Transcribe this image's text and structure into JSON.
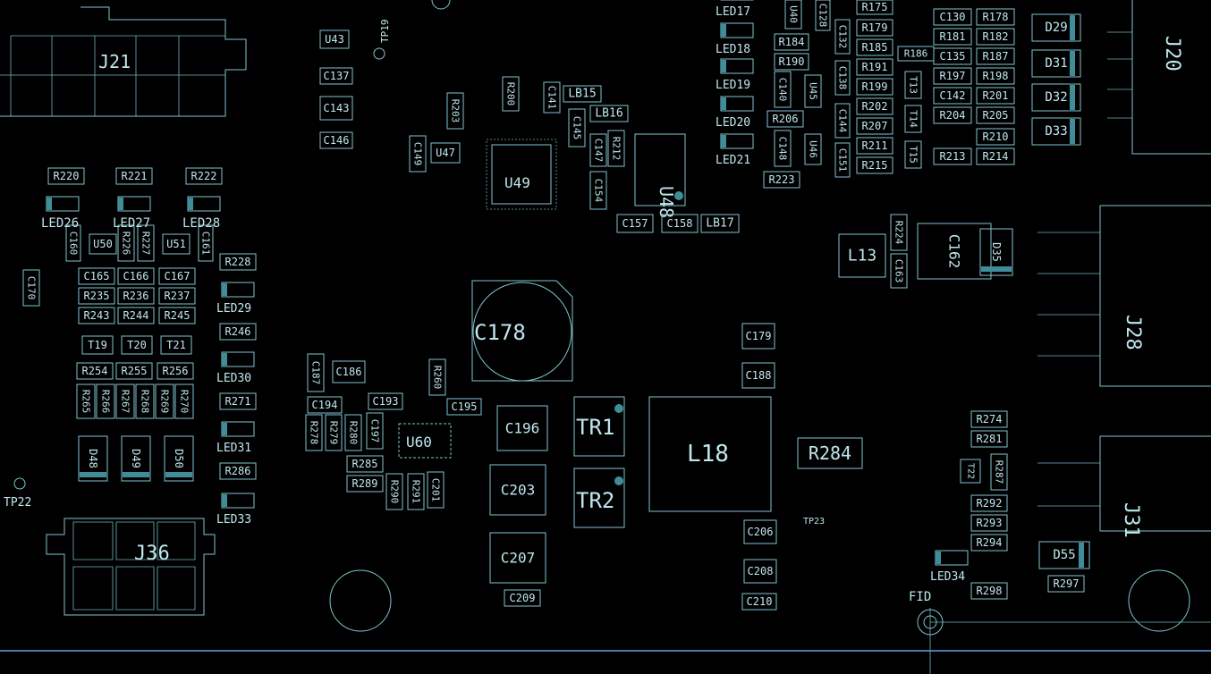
{
  "colors": {
    "background": "#000000",
    "outline": "#7fc4cf",
    "text": "#bfe7ee",
    "pad": "#3f8d99",
    "edge": "#4f77a8"
  },
  "board_labels": {
    "fid": "FID",
    "tp19": "TP19",
    "tp22": "TP22",
    "tp23": "TP23"
  },
  "components": [
    {
      "ref": "J21"
    },
    {
      "ref": "J36"
    },
    {
      "ref": "J20"
    },
    {
      "ref": "J28"
    },
    {
      "ref": "J31"
    },
    {
      "ref": "U43"
    },
    {
      "ref": "U47"
    },
    {
      "ref": "U49"
    },
    {
      "ref": "U48"
    },
    {
      "ref": "U50"
    },
    {
      "ref": "U51"
    },
    {
      "ref": "U60"
    },
    {
      "ref": "U45"
    },
    {
      "ref": "U46"
    },
    {
      "ref": "U40"
    },
    {
      "ref": "C137"
    },
    {
      "ref": "C143"
    },
    {
      "ref": "C146"
    },
    {
      "ref": "C149"
    },
    {
      "ref": "C141"
    },
    {
      "ref": "C145"
    },
    {
      "ref": "C147"
    },
    {
      "ref": "C154"
    },
    {
      "ref": "C157"
    },
    {
      "ref": "C158"
    },
    {
      "ref": "C178"
    },
    {
      "ref": "C179"
    },
    {
      "ref": "C188"
    },
    {
      "ref": "C186"
    },
    {
      "ref": "C187"
    },
    {
      "ref": "C194"
    },
    {
      "ref": "C193"
    },
    {
      "ref": "C195"
    },
    {
      "ref": "C196"
    },
    {
      "ref": "C197"
    },
    {
      "ref": "C201"
    },
    {
      "ref": "C203"
    },
    {
      "ref": "C207"
    },
    {
      "ref": "C209"
    },
    {
      "ref": "C206"
    },
    {
      "ref": "C208"
    },
    {
      "ref": "C210"
    },
    {
      "ref": "C160"
    },
    {
      "ref": "C161"
    },
    {
      "ref": "C165"
    },
    {
      "ref": "C166"
    },
    {
      "ref": "C167"
    },
    {
      "ref": "C170"
    },
    {
      "ref": "C162"
    },
    {
      "ref": "C163"
    },
    {
      "ref": "C130"
    },
    {
      "ref": "C135"
    },
    {
      "ref": "C142"
    },
    {
      "ref": "C140"
    },
    {
      "ref": "C148"
    },
    {
      "ref": "C144"
    },
    {
      "ref": "C151"
    },
    {
      "ref": "C132"
    },
    {
      "ref": "C138"
    },
    {
      "ref": "C128"
    },
    {
      "ref": "R200"
    },
    {
      "ref": "R203"
    },
    {
      "ref": "R212"
    },
    {
      "ref": "R184"
    },
    {
      "ref": "R190"
    },
    {
      "ref": "R206"
    },
    {
      "ref": "R223"
    },
    {
      "ref": "R179"
    },
    {
      "ref": "R185"
    },
    {
      "ref": "R191"
    },
    {
      "ref": "R199"
    },
    {
      "ref": "R202"
    },
    {
      "ref": "R207"
    },
    {
      "ref": "R211"
    },
    {
      "ref": "R215"
    },
    {
      "ref": "R175"
    },
    {
      "ref": "R186"
    },
    {
      "ref": "R178"
    },
    {
      "ref": "R181"
    },
    {
      "ref": "R182"
    },
    {
      "ref": "R187"
    },
    {
      "ref": "R197"
    },
    {
      "ref": "R198"
    },
    {
      "ref": "R201"
    },
    {
      "ref": "R204"
    },
    {
      "ref": "R205"
    },
    {
      "ref": "R210"
    },
    {
      "ref": "R213"
    },
    {
      "ref": "R214"
    },
    {
      "ref": "R224"
    },
    {
      "ref": "R220"
    },
    {
      "ref": "R221"
    },
    {
      "ref": "R222"
    },
    {
      "ref": "R226"
    },
    {
      "ref": "R227"
    },
    {
      "ref": "R228"
    },
    {
      "ref": "R235"
    },
    {
      "ref": "R236"
    },
    {
      "ref": "R237"
    },
    {
      "ref": "R243"
    },
    {
      "ref": "R244"
    },
    {
      "ref": "R245"
    },
    {
      "ref": "R246"
    },
    {
      "ref": "R254"
    },
    {
      "ref": "R255"
    },
    {
      "ref": "R256"
    },
    {
      "ref": "R265"
    },
    {
      "ref": "R266"
    },
    {
      "ref": "R267"
    },
    {
      "ref": "R268"
    },
    {
      "ref": "R269"
    },
    {
      "ref": "R270"
    },
    {
      "ref": "R271"
    },
    {
      "ref": "R286"
    },
    {
      "ref": "R260"
    },
    {
      "ref": "R278"
    },
    {
      "ref": "R279"
    },
    {
      "ref": "R280"
    },
    {
      "ref": "R285"
    },
    {
      "ref": "R289"
    },
    {
      "ref": "R290"
    },
    {
      "ref": "R291"
    },
    {
      "ref": "R284"
    },
    {
      "ref": "R274"
    },
    {
      "ref": "R281"
    },
    {
      "ref": "R287"
    },
    {
      "ref": "R292"
    },
    {
      "ref": "R293"
    },
    {
      "ref": "R294"
    },
    {
      "ref": "R297"
    },
    {
      "ref": "R298"
    },
    {
      "ref": "LED17"
    },
    {
      "ref": "LED18"
    },
    {
      "ref": "LED19"
    },
    {
      "ref": "LED20"
    },
    {
      "ref": "LED21"
    },
    {
      "ref": "LED26"
    },
    {
      "ref": "LED27"
    },
    {
      "ref": "LED28"
    },
    {
      "ref": "LED29"
    },
    {
      "ref": "LED30"
    },
    {
      "ref": "LED31"
    },
    {
      "ref": "LED33"
    },
    {
      "ref": "LED34"
    },
    {
      "ref": "LB15"
    },
    {
      "ref": "LB16"
    },
    {
      "ref": "LB17"
    },
    {
      "ref": "L13"
    },
    {
      "ref": "L18"
    },
    {
      "ref": "TR1"
    },
    {
      "ref": "TR2"
    },
    {
      "ref": "T13"
    },
    {
      "ref": "T14"
    },
    {
      "ref": "T15"
    },
    {
      "ref": "T19"
    },
    {
      "ref": "T20"
    },
    {
      "ref": "T21"
    },
    {
      "ref": "T22"
    },
    {
      "ref": "D29"
    },
    {
      "ref": "D31"
    },
    {
      "ref": "D32"
    },
    {
      "ref": "D33"
    },
    {
      "ref": "D35"
    },
    {
      "ref": "D48"
    },
    {
      "ref": "D49"
    },
    {
      "ref": "D50"
    },
    {
      "ref": "D55"
    }
  ]
}
